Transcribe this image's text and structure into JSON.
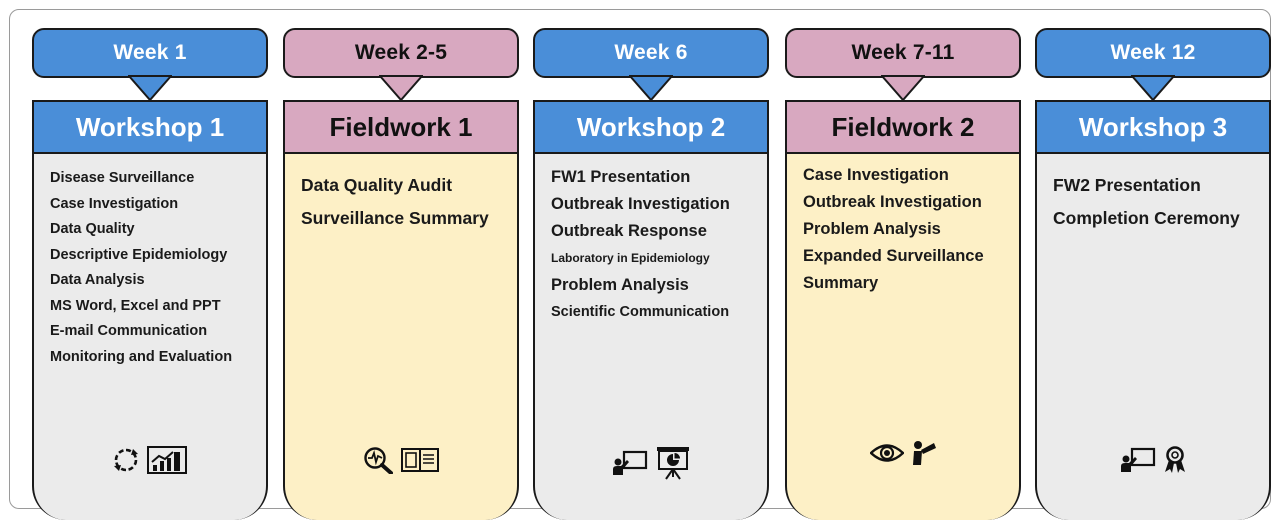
{
  "columns": [
    {
      "kind": "workshop",
      "week": "Week 1",
      "title": "Workshop 1",
      "items": [
        "Disease Surveillance",
        "Case Investigation",
        "Data Quality",
        "Descriptive Epidemiology",
        "Data Analysis",
        "MS Word, Excel and PPT",
        "E-mail Communication",
        "Monitoring and Evaluation"
      ],
      "icons": [
        "cycle-arrows-icon",
        "bar-chart-icon"
      ],
      "colors": {
        "header": "#4a8ed8",
        "body": "#ebebeb"
      }
    },
    {
      "kind": "fieldwork",
      "week": "Week 2-5",
      "title": "Fieldwork 1",
      "items": [
        "Data Quality Audit",
        "Surveillance Summary"
      ],
      "icons": [
        "magnifier-pulse-icon",
        "open-book-icon"
      ],
      "colors": {
        "header": "#d8a8c0",
        "body": "#fdf0c6"
      }
    },
    {
      "kind": "workshop",
      "week": "Week 6",
      "title": "Workshop 2",
      "items": [
        "FW1 Presentation",
        "Outbreak Investigation",
        "Outbreak Response",
        "Laboratory in Epidemiology",
        "Problem Analysis",
        "Scientific Communication"
      ],
      "icons": [
        "presenter-board-icon",
        "presentation-easel-icon"
      ],
      "colors": {
        "header": "#4a8ed8",
        "body": "#ebebeb"
      }
    },
    {
      "kind": "fieldwork",
      "week": "Week 7-11",
      "title": "Fieldwork 2",
      "items": [
        "Case Investigation",
        "Outbreak Investigation",
        "Problem Analysis",
        "Expanded Surveillance",
        "Summary"
      ],
      "icons": [
        "eye-icon",
        "person-telescope-icon"
      ],
      "colors": {
        "header": "#d8a8c0",
        "body": "#fdf0c6"
      }
    },
    {
      "kind": "workshop",
      "week": "Week 12",
      "title": "Workshop 3",
      "items": [
        "FW2 Presentation",
        "Completion Ceremony"
      ],
      "icons": [
        "presenter-board-icon",
        "award-ribbon-icon"
      ],
      "colors": {
        "header": "#4a8ed8",
        "body": "#ebebeb"
      }
    }
  ]
}
